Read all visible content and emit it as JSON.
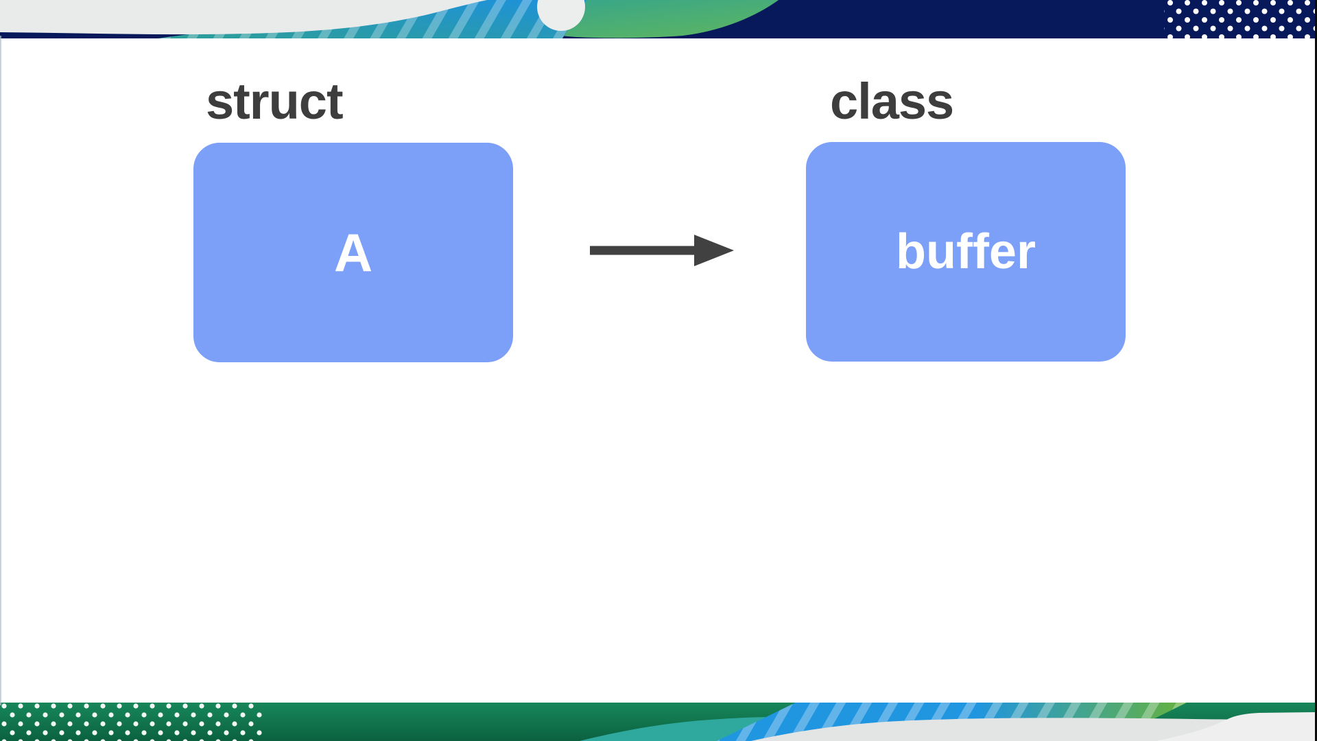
{
  "meta": {
    "kind": "presentation-slide",
    "description": "Slide diagram mapping a struct box to a class buffer box with a right arrow"
  },
  "slide": {
    "left_label": "struct",
    "right_label": "class",
    "left_box": {
      "text": "A"
    },
    "right_box": {
      "text": "buffer"
    },
    "arrow": {
      "direction": "right"
    }
  },
  "theme": {
    "box-fill": "#7C9FF8",
    "box-text": "#FFFFFF",
    "label-text": "#3D3D3D",
    "arrow-color": "#414141",
    "navy": "#07195A",
    "top-gray": "#E9EAEA",
    "stripe-teal": "#2D9E97",
    "stripe-blue": "#1E91DC",
    "wave-green-1": "#2FA292",
    "wave-green-2": "#5FB65F",
    "bottom-green-dark": "#0B6140",
    "bottom-green-light": "#17875A",
    "bottom-teal": "#2FA89D",
    "bottom-stripe-blue": "#2095E0",
    "bottom-stripe-green": "#66B23E",
    "bottom-gray-1": "#E3E4E4",
    "bottom-gray-2": "#EFEFF0",
    "dot-color": "#FFFFFF"
  }
}
